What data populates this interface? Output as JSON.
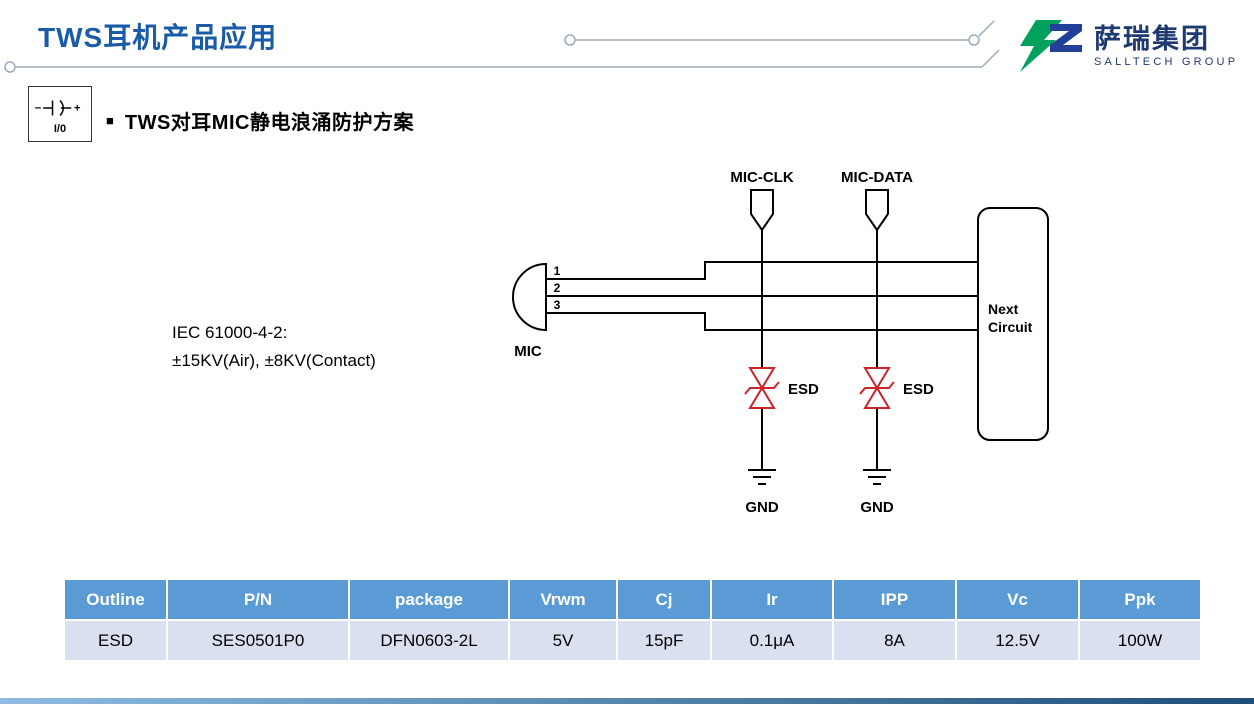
{
  "header": {
    "title": "TWS耳机产品应用",
    "logo_name": "萨瑞集团",
    "logo_subtitle": "SALLTECH GROUP"
  },
  "io_badge": {
    "minus": "−",
    "plus": "+",
    "label": "I/0"
  },
  "section": {
    "bullet": "■",
    "title": "TWS对耳MIC静电浪涌防护方案"
  },
  "diagram": {
    "iec_line1": "IEC 61000-4-2:",
    "iec_line2": "±15KV(Air), ±8KV(Contact)",
    "mic": "MIC",
    "pins": [
      "1",
      "2",
      "3"
    ],
    "signals": [
      "MIC-CLK",
      "MIC-DATA"
    ],
    "esd": "ESD",
    "gnd": "GND",
    "next_circuit_line1": "Next",
    "next_circuit_line2": "Circuit"
  },
  "table": {
    "headers": [
      "Outline",
      "P/N",
      "package",
      "Vrwm",
      "Cj",
      "Ir",
      "IPP",
      "Vc",
      "Ppk"
    ],
    "row": [
      "ESD",
      "SES0501P0",
      "DFN0603-2L",
      "5V",
      "15pF",
      "0.1μA",
      "8A",
      "12.5V",
      "100W"
    ]
  },
  "colors": {
    "title_blue": "#1A5BA8",
    "table_header_bg": "#5B9BD5",
    "table_row_bg": "#DAE0EF",
    "esd_red": "#C9252B",
    "logo_green": "#00A15D",
    "logo_blue": "#20409A",
    "logo_text": "#1E3A70",
    "accent_line": "#9AABB9",
    "footer_left": "#8FBCE0",
    "footer_right": "#1F4E79"
  }
}
